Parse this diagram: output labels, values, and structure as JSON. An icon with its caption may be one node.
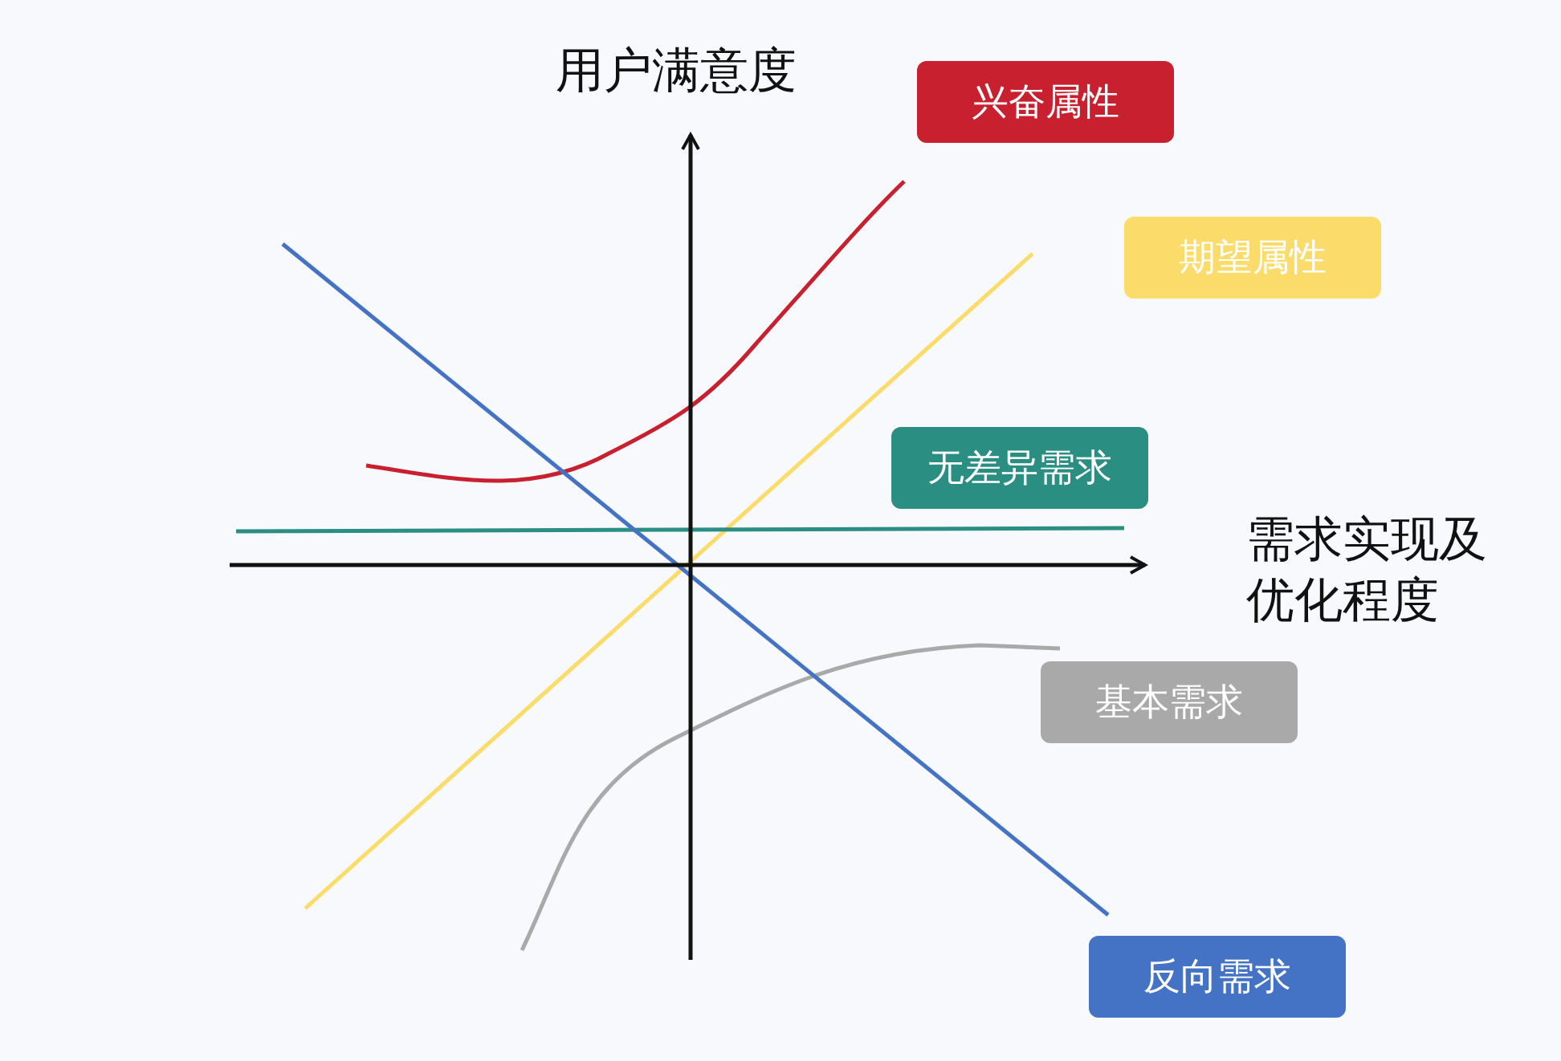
{
  "diagram": {
    "labels": [
      "用户满意度",
      "需求实现及优化程度"
    ],
    "legend": [
      {
        "text": "兴奋属性",
        "color": "#c8202f"
      },
      {
        "text": "期望属性",
        "color": "#fbdc6b"
      },
      {
        "text": "无差异需求",
        "color": "#2a8f82"
      },
      {
        "text": "基本需求",
        "color": "#a9a9a9"
      },
      {
        "text": "反向需求",
        "color": "#4472c4"
      }
    ]
  }
}
